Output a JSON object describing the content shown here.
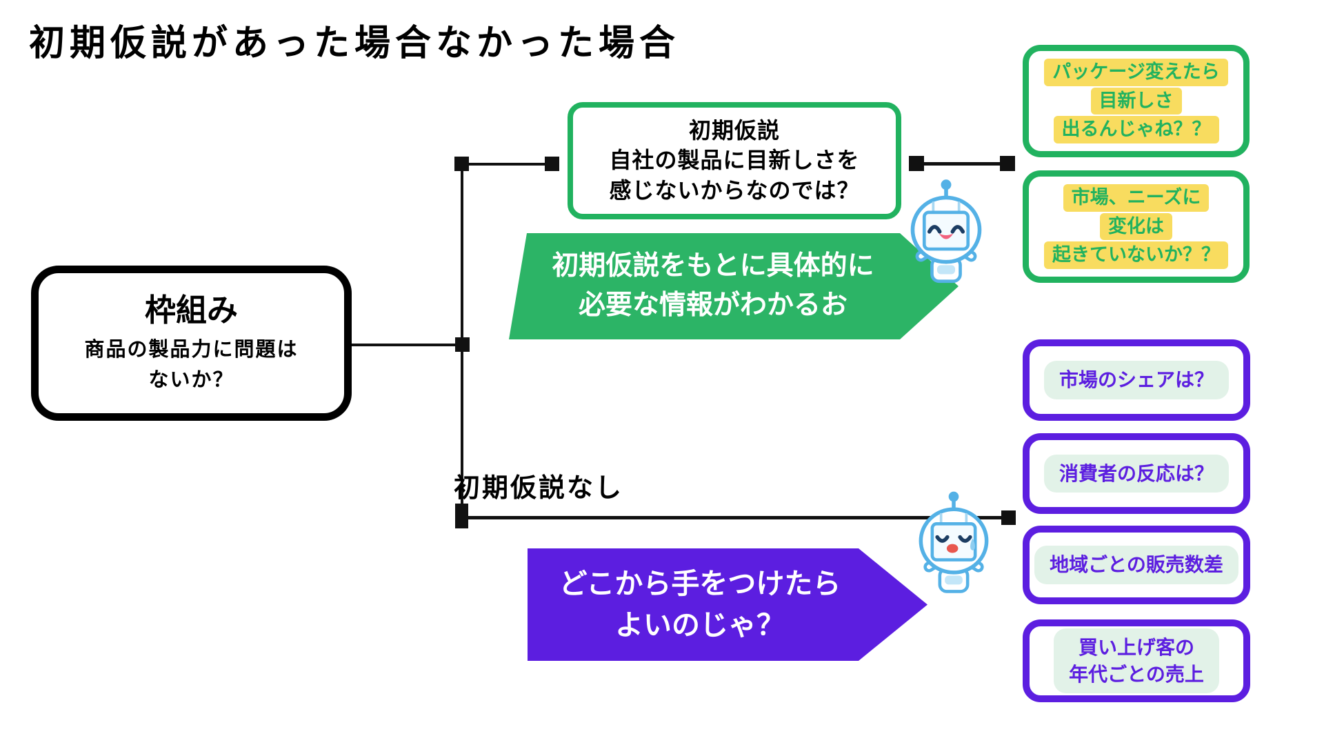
{
  "title": "初期仮説があった場合なかった場合",
  "colors": {
    "green": "#21b25f",
    "banner_green": "#2cb466",
    "purple": "#5c1ee0",
    "yellow_highlight": "#f8dc5f",
    "mint_highlight": "#e2f2e8",
    "line_black": "#111111",
    "robot_blue": "#54b1e6"
  },
  "root_box": {
    "heading": "枠組み",
    "line1": "商品の製品力に問題は",
    "line2": "ないか？"
  },
  "hypothesis_branch": {
    "box": {
      "line1": "初期仮説",
      "line2": "自社の製品に目新しさを",
      "line3": "感じないからなのでは？"
    },
    "banner": {
      "line1": "初期仮説をもとに具体的に",
      "line2": "必要な情報がわかるお"
    },
    "robot": "happy-robot",
    "cards": [
      {
        "lines": [
          "パッケージ変えたら",
          "目新しさ",
          "出るんじゃね？？"
        ]
      },
      {
        "lines": [
          "市場、ニーズに",
          "変化は",
          "起きていないか？？"
        ]
      }
    ]
  },
  "no_hypothesis_branch": {
    "label": "初期仮説なし",
    "banner": {
      "line1": "どこから手をつけたら",
      "line2": "よいのじゃ？"
    },
    "robot": "sad-robot",
    "cards": [
      {
        "lines": [
          "市場のシェアは？"
        ]
      },
      {
        "lines": [
          "消費者の反応は？"
        ]
      },
      {
        "lines": [
          "地域ごとの販売数差"
        ]
      },
      {
        "lines": [
          "買い上げ客の",
          "年代ごとの売上"
        ]
      }
    ]
  }
}
